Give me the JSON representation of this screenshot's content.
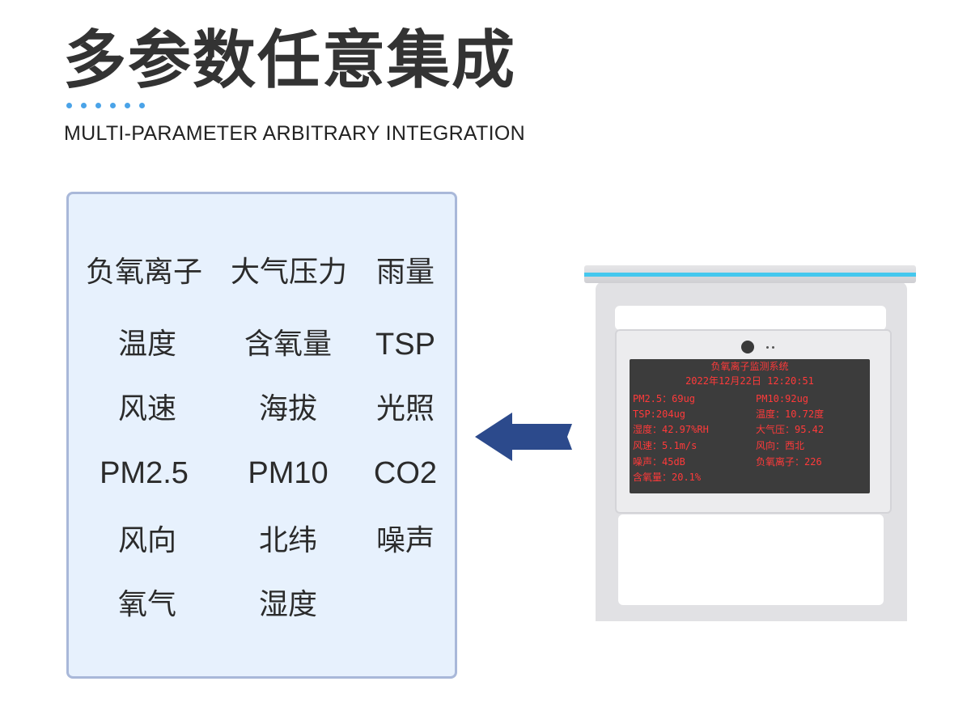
{
  "header": {
    "title": "多参数任意集成",
    "subtitle": "MULTI-PARAMETER ARBITRARY INTEGRATION",
    "dot_count": 6,
    "dot_color": "#4aa3e8"
  },
  "parameters": {
    "row1": [
      "负氧离子",
      "大气压力",
      "雨量"
    ],
    "row2": [
      "温度",
      "含氧量",
      "TSP"
    ],
    "row3": [
      "风速",
      "海拔",
      "光照"
    ],
    "row4": [
      "PM2.5",
      "PM10",
      "CO2"
    ],
    "row5": [
      "风向",
      "北纬",
      "噪声"
    ],
    "row6": [
      "氧气",
      "湿度"
    ]
  },
  "arrow": {
    "color": "#2c4a8c",
    "icon": "left-arrow-icon"
  },
  "device": {
    "accent_color": "#45c8ee",
    "screen": {
      "title": "负氧离子监测系统",
      "datetime": "2022年12月22日  12:20:51",
      "readings": [
        "PM2.5：69ug",
        "PM10:92ug",
        "TSP:204ug",
        "温度：10.72度",
        "湿度：42.97%RH",
        "大气压：95.42",
        "风速：5.1m/s",
        "风向：西北",
        "噪声：45dB",
        "负氧离子：226",
        "含氧量：20.1%"
      ]
    }
  }
}
